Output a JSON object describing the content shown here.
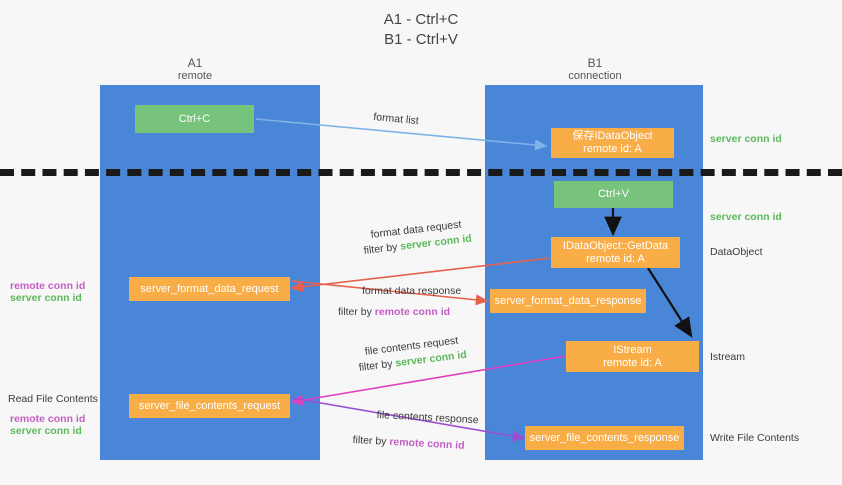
{
  "title": {
    "line1": "A1 - Ctrl+C",
    "line2": "B1 - Ctrl+V"
  },
  "lanes": [
    {
      "name": "A1",
      "sub": "remote"
    },
    {
      "name": "B1",
      "sub": "connection"
    }
  ],
  "boxes": {
    "ctrl_c": "Ctrl+C",
    "save_idataobject": {
      "line1": "保存IDataObject",
      "line2": "remote id: A"
    },
    "ctrl_v": "Ctrl+V",
    "getdata": {
      "line1": "IDataObject::GetData",
      "line2": "remote id: A"
    },
    "istream": {
      "line1": "IStream",
      "line2": "remote id: A"
    },
    "server_format_data_request": "server_format_data_request",
    "server_format_data_response": "server_format_data_response",
    "server_file_contents_request": "server_file_contents_request",
    "server_file_contents_response": "server_file_contents_response"
  },
  "edge_labels": {
    "format_list": "format list",
    "format_data_request": "format data request",
    "format_data_request_filter_prefix": "filter by ",
    "format_data_request_filter_key": "server conn id",
    "format_data_response": "format data response",
    "format_data_response_filter_prefix": "filter by ",
    "format_data_response_filter_key": "remote conn id",
    "file_contents_request": "file contents request",
    "file_contents_request_filter_prefix": "filter by ",
    "file_contents_request_filter_key": "server conn id",
    "file_contents_response": "file contents response",
    "file_contents_response_filter_prefix": "filter by ",
    "file_contents_response_filter_key": "remote conn id"
  },
  "right_labels": {
    "server_conn_id_top": "server conn id",
    "server_conn_id_mid": "server conn id",
    "dataobject": "DataObject",
    "istream": "Istream",
    "write_file_contents": "Write File Contents"
  },
  "left_labels": {
    "remote_conn_id_1": "remote conn id",
    "server_conn_id_1": "server conn id",
    "read_file_contents": "Read File Contents",
    "remote_conn_id_2": "remote conn id",
    "server_conn_id_2": "server conn id"
  },
  "colors": {
    "lane": "#4a86d8",
    "orange": "#f9ad47",
    "green_box": "#77c37c",
    "green_text": "#5cb85c",
    "purple_text": "#c45ec4",
    "arrow_blue": "#7fb2e5",
    "arrow_red": "#e8614d",
    "arrow_magenta": "#e040c0",
    "arrow_purple": "#9b4fd0",
    "arrow_black": "#111111",
    "background": "#f7f7f7"
  }
}
